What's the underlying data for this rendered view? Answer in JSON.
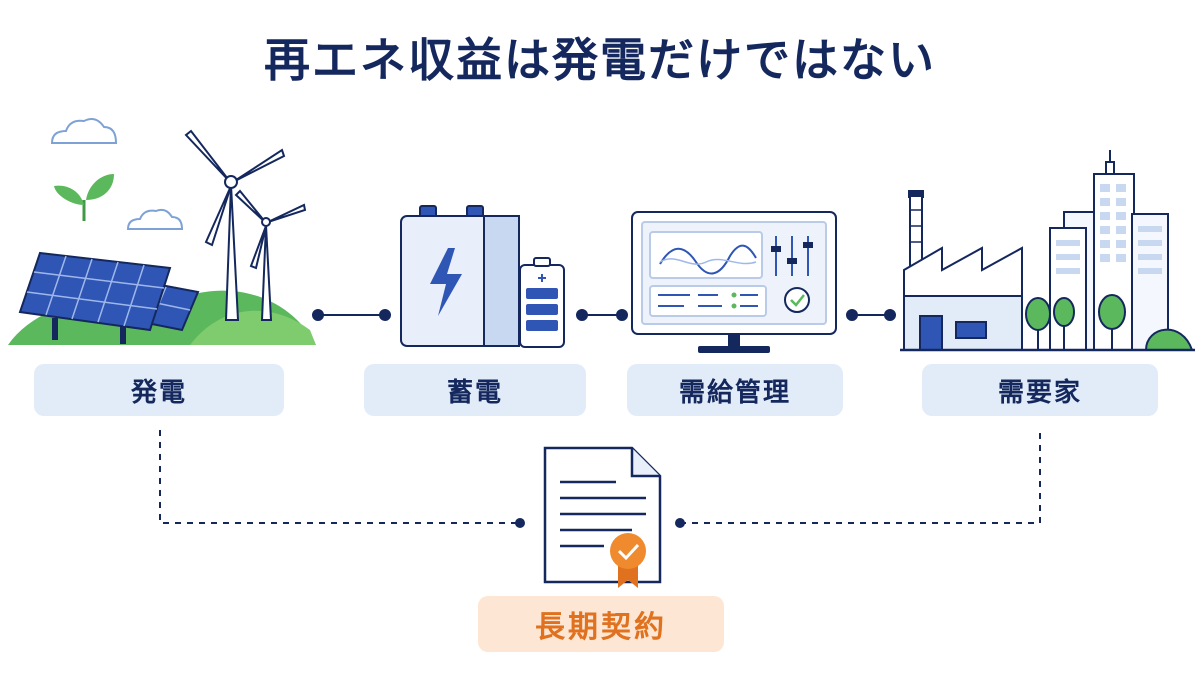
{
  "title": "再エネ収益は発電だけではない",
  "stages": [
    {
      "label": "発電",
      "icon": "solar-wind-generation-icon"
    },
    {
      "label": "蓄電",
      "icon": "battery-storage-icon"
    },
    {
      "label": "需給管理",
      "icon": "energy-management-monitor-icon"
    },
    {
      "label": "需要家",
      "icon": "factory-city-consumer-icon"
    }
  ],
  "contract": {
    "label": "長期契約",
    "icon": "contract-document-icon"
  },
  "colors": {
    "navy": "#14285e",
    "label_bg": "#e2ebf8",
    "accent_orange": "#e0711f",
    "contract_bg": "#fde6d3",
    "panel_blue": "#2f55b5",
    "leaf_green": "#5cb85c"
  }
}
